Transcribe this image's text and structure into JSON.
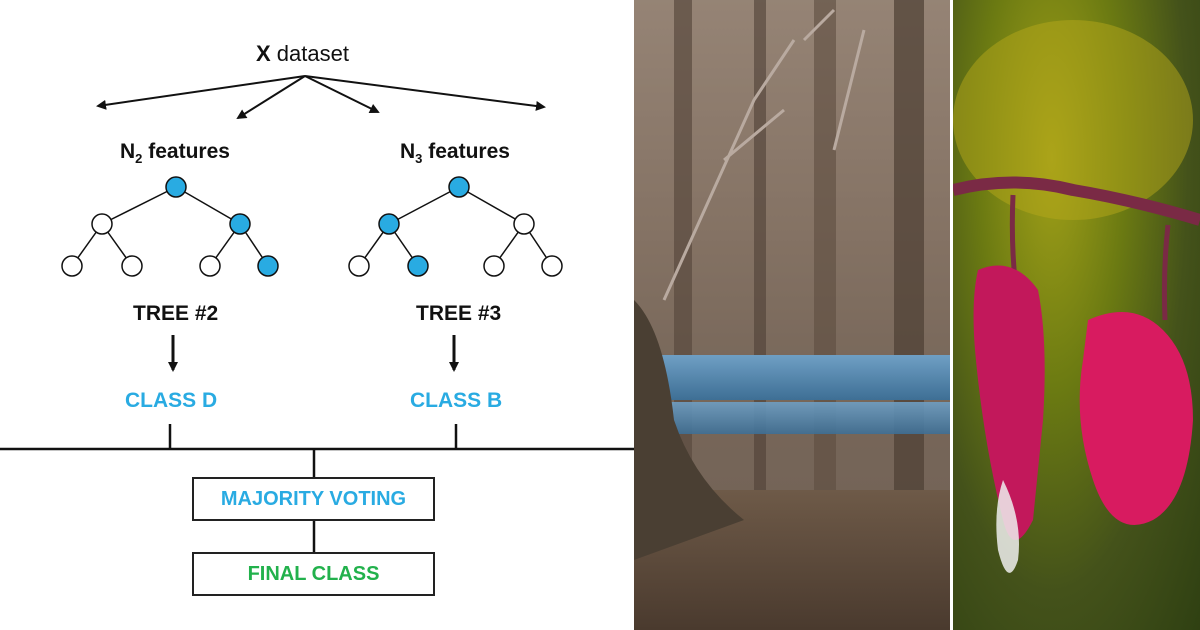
{
  "diagram": {
    "root": {
      "bold": "X",
      "rest": " dataset"
    },
    "trees": [
      {
        "feature_base": "N",
        "feature_sub": "2",
        "feature_rest": " features",
        "tree_label": "TREE #2",
        "class_label": "CLASS D"
      },
      {
        "feature_base": "N",
        "feature_sub": "3",
        "feature_rest": " features",
        "tree_label": "TREE #3",
        "class_label": "CLASS B"
      }
    ],
    "majority_voting": "MAJORITY VOTING",
    "final_class": "FINAL CLASS"
  },
  "colors": {
    "node_active": "#29abe2",
    "node_inactive": "#ffffff",
    "class_text": "#29abe2",
    "final_text": "#22b14c",
    "line": "#111111"
  },
  "photos": [
    {
      "name": "forest-with-guardrail-photo"
    },
    {
      "name": "bleeding-heart-flower-photo"
    }
  ]
}
